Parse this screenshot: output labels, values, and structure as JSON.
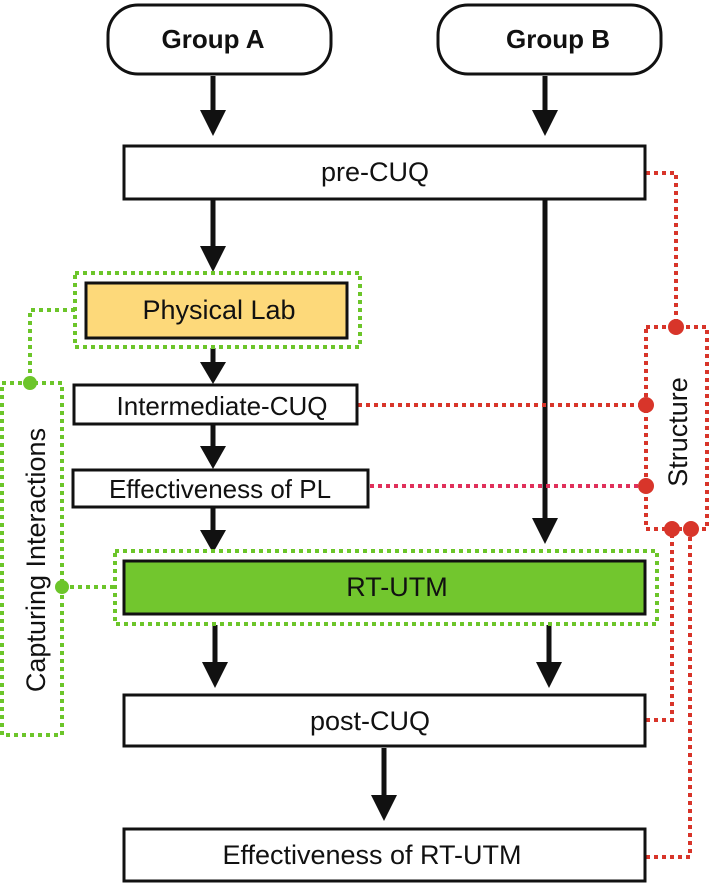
{
  "groups": {
    "a": "Group A",
    "b": "Group B"
  },
  "steps": {
    "pre_cuq": "pre-CUQ",
    "physical_lab": "Physical Lab",
    "intermediate_cuq": "Intermediate-CUQ",
    "effectiveness_pl": "Effectiveness of PL",
    "rt_utm": "RT-UTM",
    "post_cuq": "post-CUQ",
    "effectiveness_rt_utm": "Effectiveness of RT-UTM"
  },
  "side_labels": {
    "capturing_interactions": "Capturing Interactions",
    "structure": "Structure"
  },
  "colors": {
    "physical_lab_fill": "#fdd97a",
    "rt_utm_fill": "#72c62e",
    "green_dotted": "#6cc52a",
    "red_dotted": "#d8352a"
  }
}
